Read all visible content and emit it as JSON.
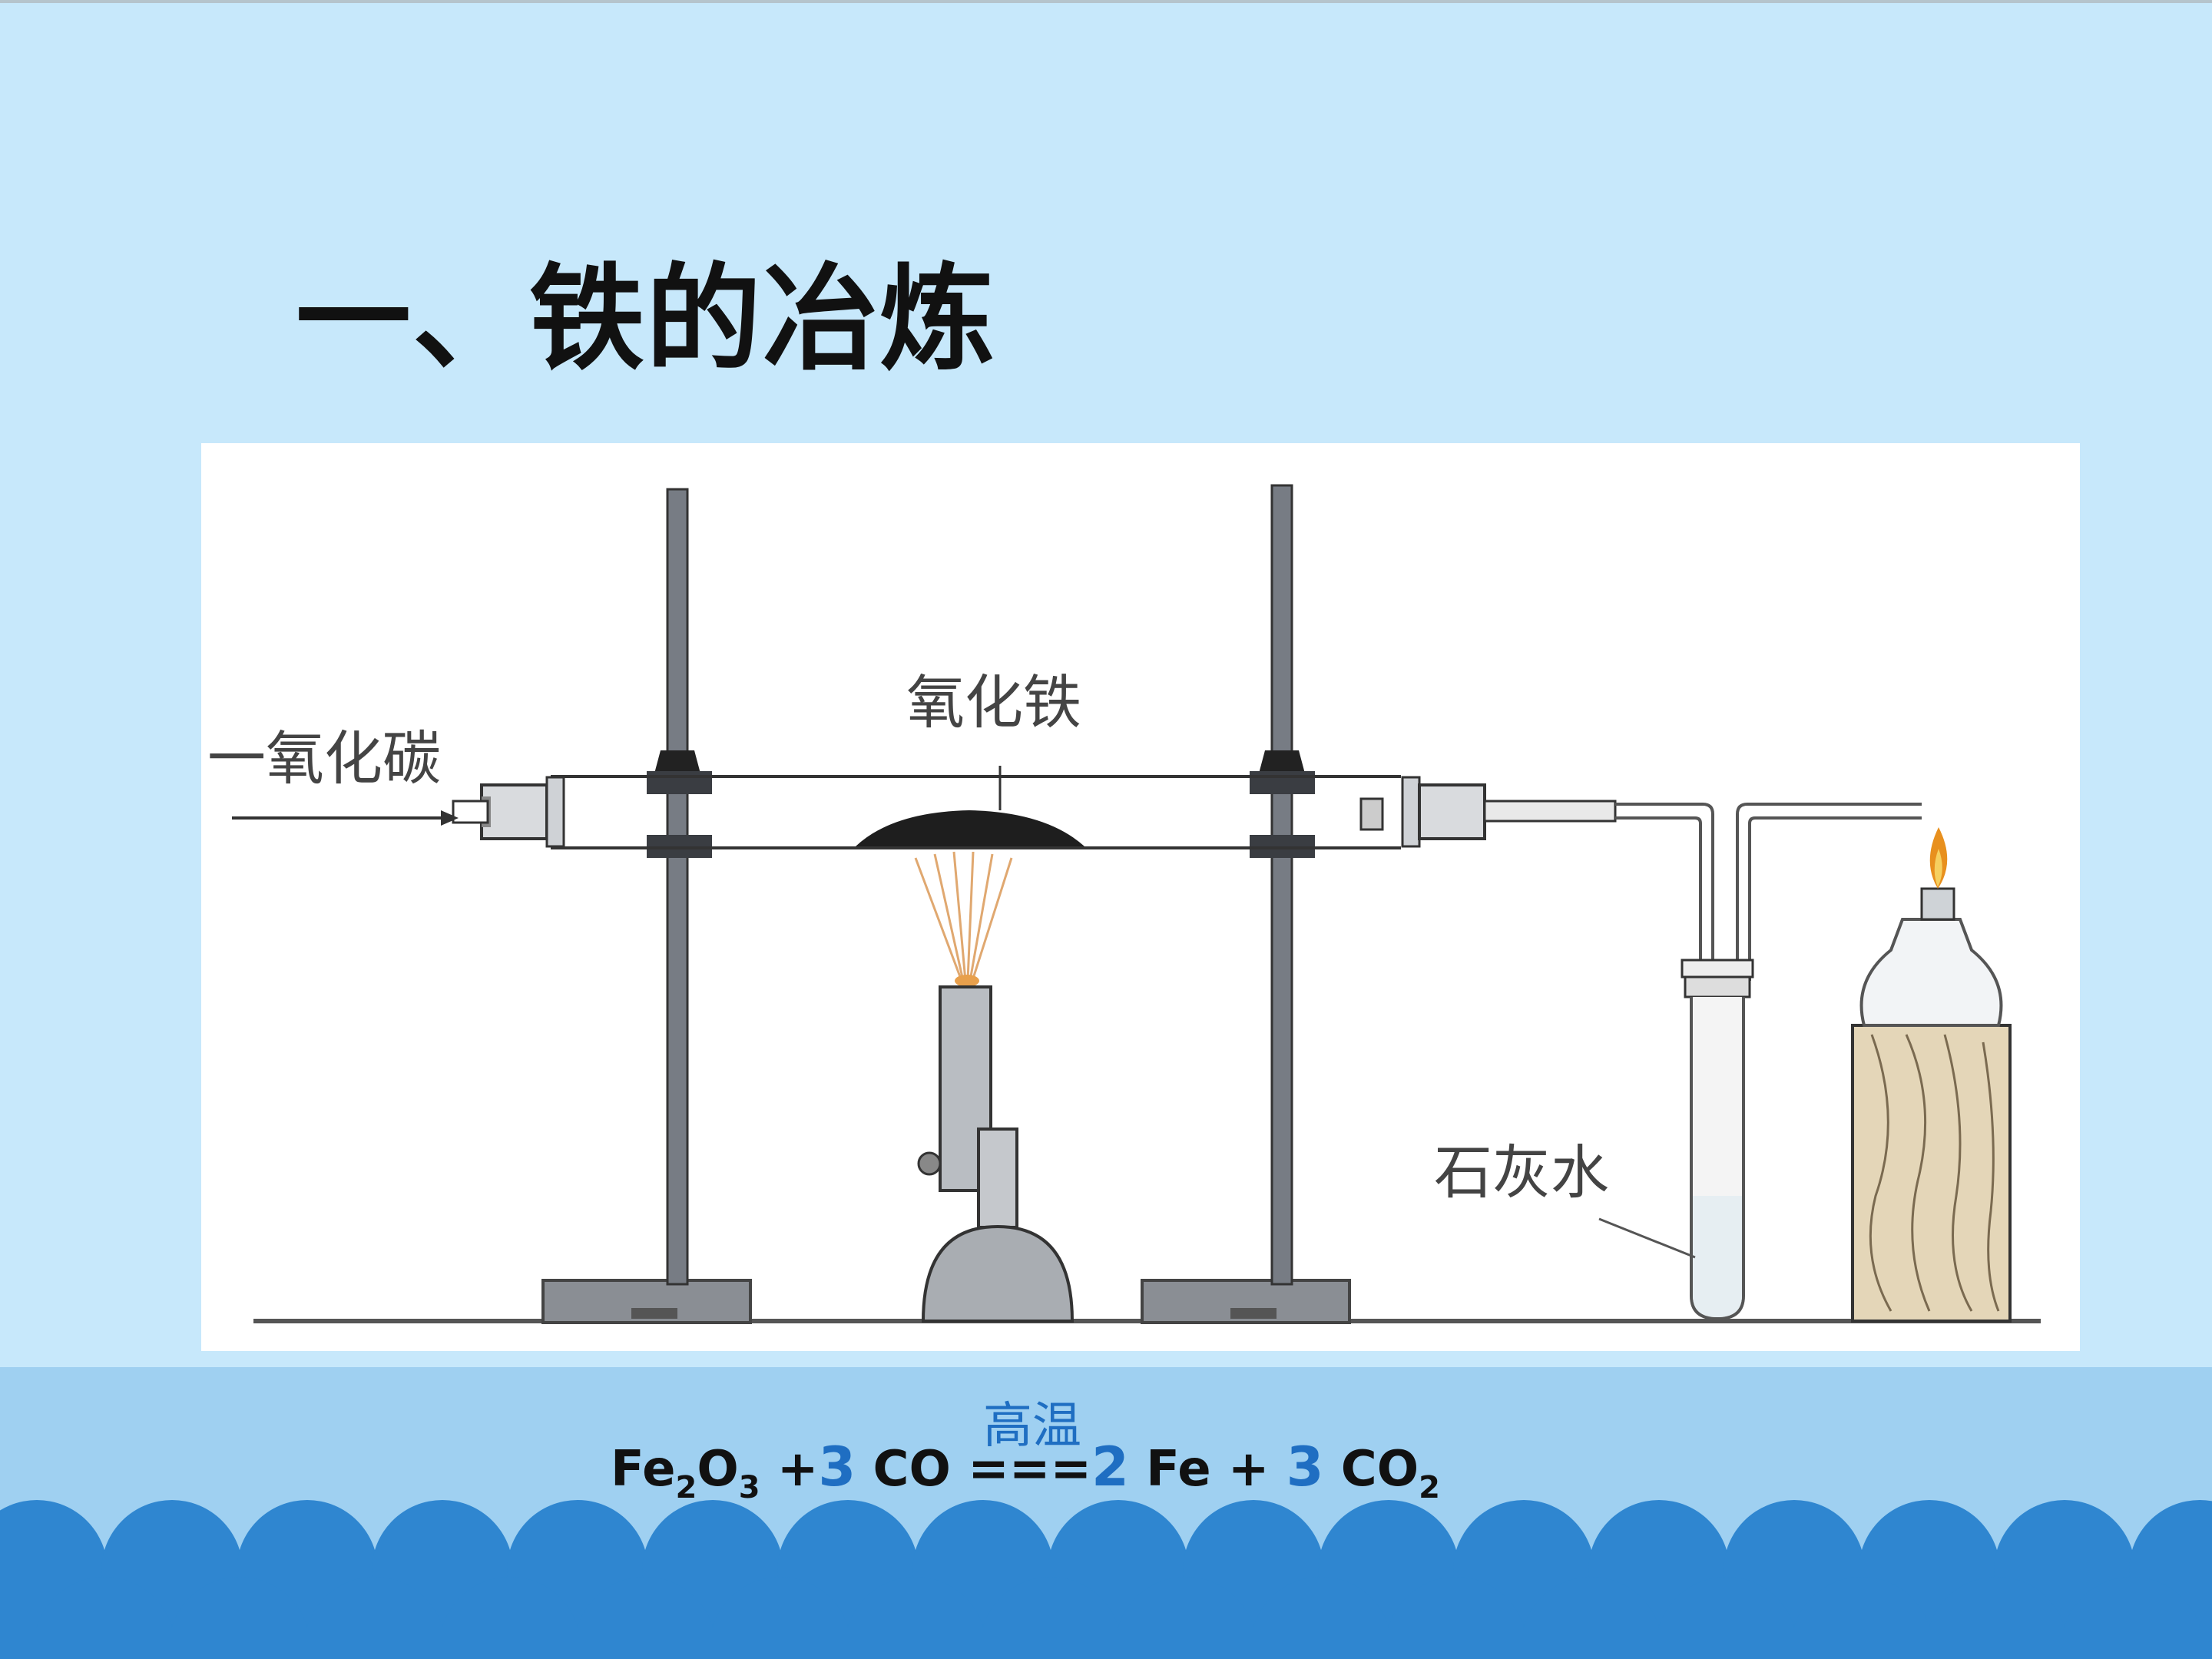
{
  "slide": {
    "title": "一、铁的冶炼"
  },
  "figure": {
    "labels": {
      "co_gas": "一氧化碳",
      "iron_oxide": "氧化铁",
      "limewater": "石灰水"
    }
  },
  "equation": {
    "fe2o3_fe": "Fe",
    "fe2o3_sub2": "2",
    "fe2o3_o": "O",
    "fe2o3_sub3": "3",
    "plus1": " +",
    "coef_co": "3",
    "co": " CO ",
    "equals": "===",
    "coef_fe": "2",
    "fe": " Fe + ",
    "coef_co2": "3",
    "co2": " CO",
    "co2_sub": "2",
    "condition": "高温"
  },
  "colors": {
    "background": "#c7e8fb",
    "bottom_band": "#9fd0f1",
    "waves": "#2f86d0",
    "accent": "#1f6ec2"
  }
}
